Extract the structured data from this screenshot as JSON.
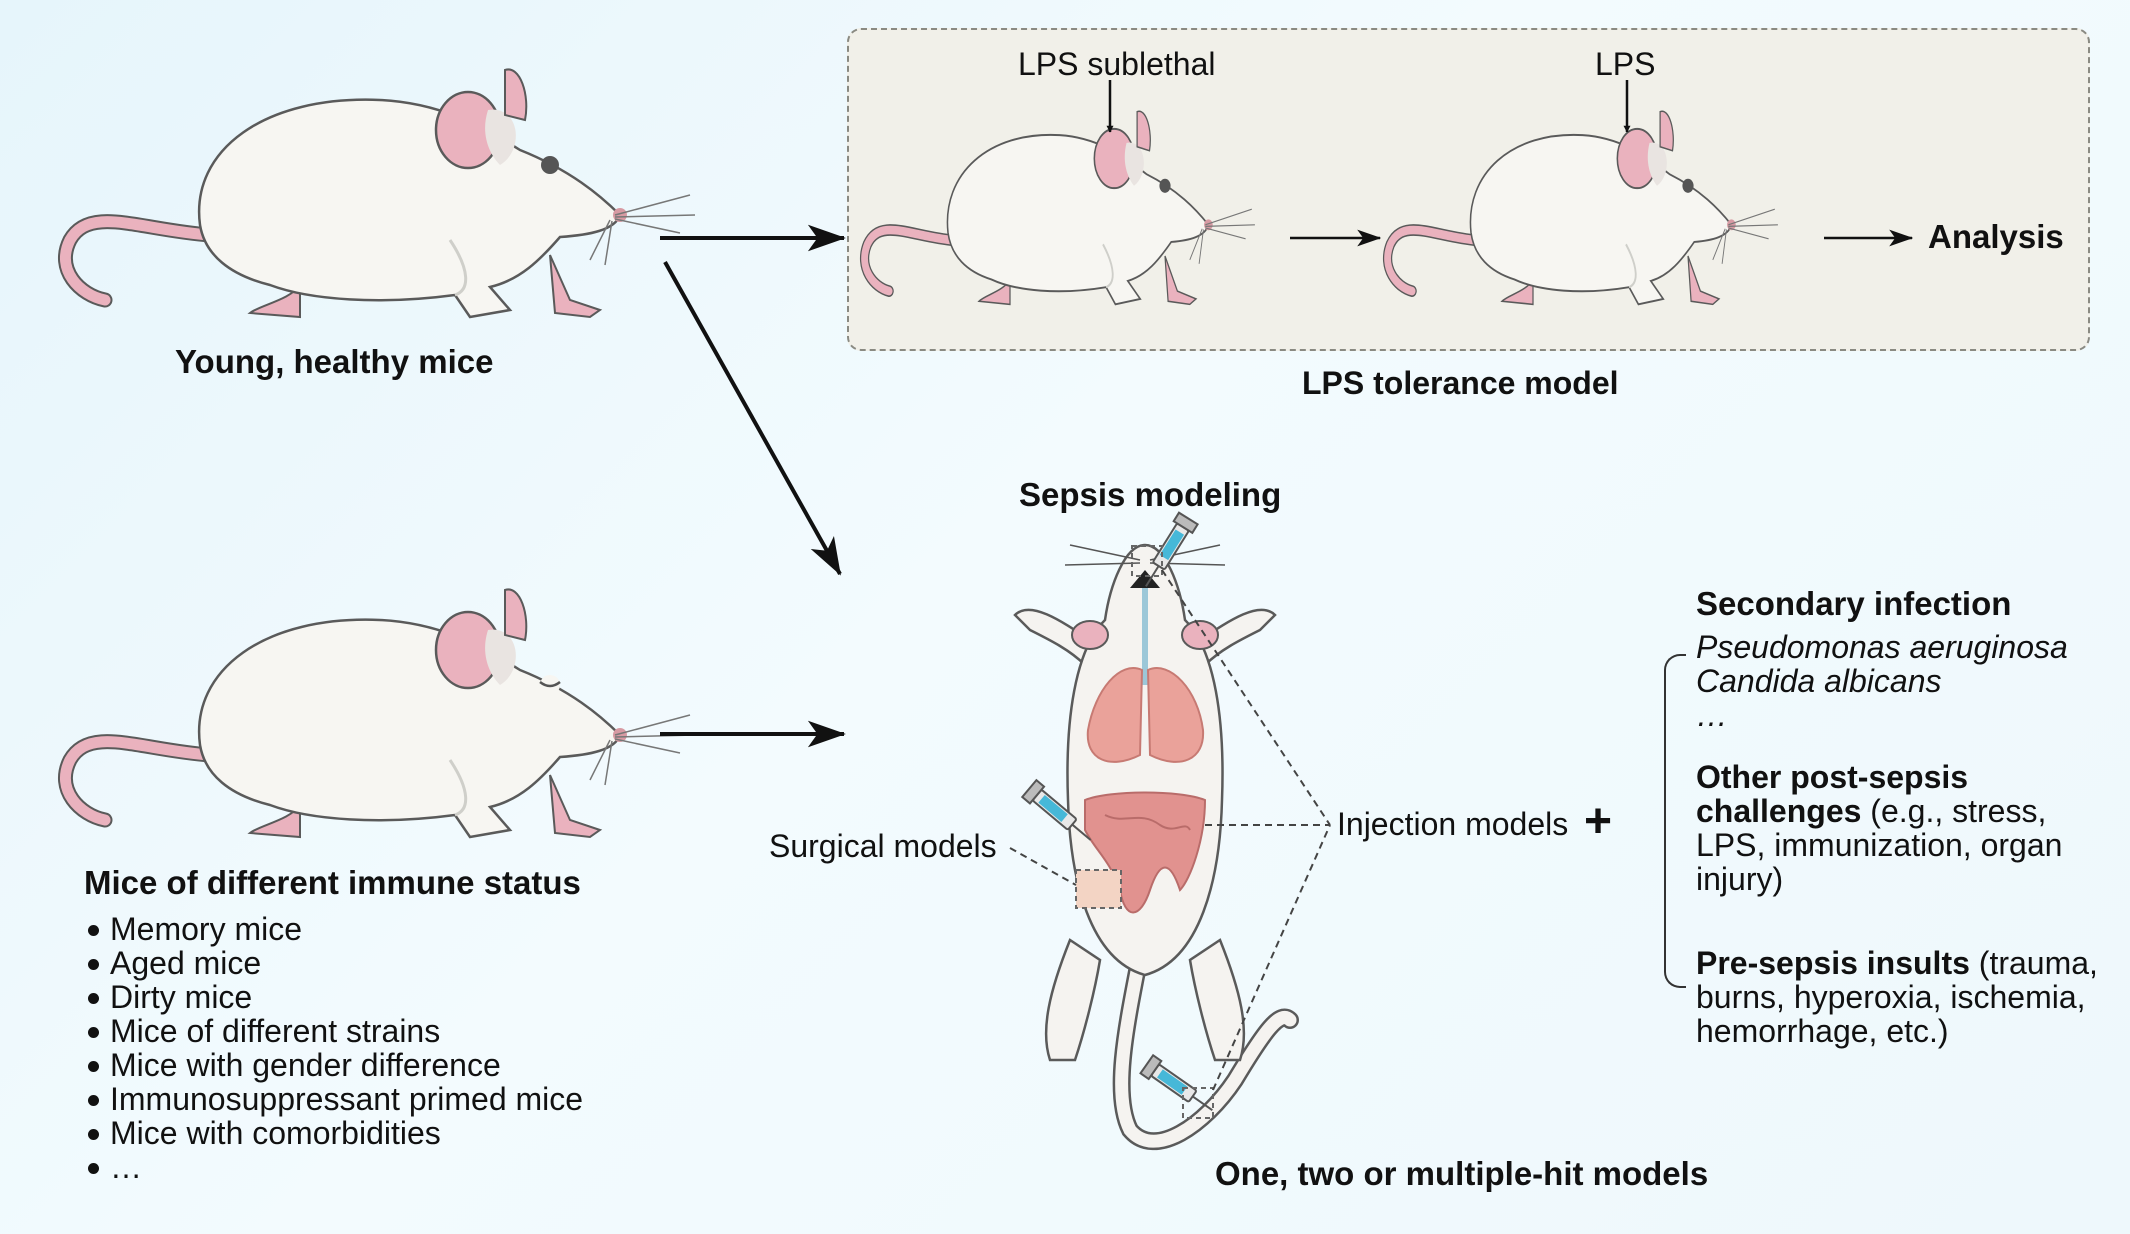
{
  "panels": {
    "young_mice_label": "Young, healthy mice",
    "immune_status_title": "Mice of different immune status",
    "immune_status_items": [
      "Memory mice",
      "Aged mice",
      "Dirty mice",
      "Mice of different strains",
      "Mice with gender difference",
      "Immunosuppressant primed mice",
      "Mice with comorbidities",
      "…"
    ]
  },
  "lps_tolerance": {
    "title": "LPS tolerance model",
    "first_injection": "LPS sublethal",
    "second_injection": "LPS",
    "outcome": "Analysis"
  },
  "sepsis": {
    "title": "Sepsis modeling",
    "surgical_label": "Surgical models",
    "injection_label": "Injection models",
    "plus_symbol": "+",
    "hits_label": "One, two or multiple-hit models"
  },
  "challenges": {
    "secondary_infection_title": "Secondary infection",
    "pathogens": [
      "Pseudomonas aeruginosa",
      "Candida albicans",
      "…"
    ],
    "post_sepsis_title": "Other post-sepsis challenges",
    "post_sepsis_detail": "(e.g., stress, LPS, immunization, organ injury)",
    "pre_sepsis_title": "Pre-sepsis insults",
    "pre_sepsis_detail": "(trauma, burns, hyperoxia, ischemia, hemorrhage, etc.)"
  },
  "colors": {
    "mouse_body": "#f7f6f2",
    "mouse_outline": "#5a5a5a",
    "ear_tail_pink": "#eab2be",
    "tolerance_box_fill": "#f1f0e9",
    "lung": "#eaa29a",
    "intestine": "#e1928f"
  },
  "icons": [
    "mouse-side-icon",
    "mouse-dorsal-icon",
    "syringe-icon",
    "lungs-icon",
    "intestine-icon",
    "arrow-icon"
  ]
}
